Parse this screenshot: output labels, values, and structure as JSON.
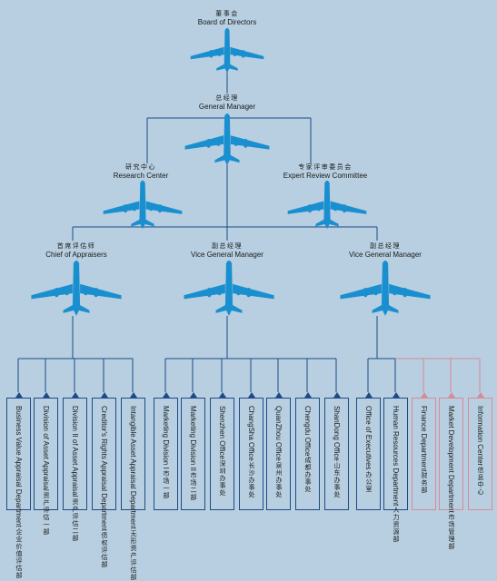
{
  "nodes": {
    "board": {
      "zh": "董事会",
      "en": "Board of Directors"
    },
    "gm": {
      "zh": "总经理",
      "en": "General Manager"
    },
    "research": {
      "zh": "研究中心",
      "en": "Research Center"
    },
    "expert": {
      "zh": "专家评审委员会",
      "en": "Expert Review Committee"
    },
    "appraisers": {
      "zh": "首席评估师",
      "en": "Chief of Appraisers"
    },
    "vgm1": {
      "zh": "副总经理",
      "en": "Vice General Manager"
    },
    "vgm2": {
      "zh": "副总经理",
      "en": "Vice General Manager"
    }
  },
  "departments": [
    {
      "en": "Business Value Appraisal Department",
      "zh": "企业价值评估部"
    },
    {
      "en": "Division of Asset Appraisal",
      "zh": "资产评估一部"
    },
    {
      "en": "Division II of Asset Appraisal",
      "zh": "资产评估二部"
    },
    {
      "en": "Creditor's Rights Appraisal Department",
      "zh": "债权评估部"
    },
    {
      "en": "Intangible Asset Appraisal Department",
      "zh": "无形资产评估部"
    },
    {
      "en": "Marketing Division I",
      "zh": "市场一部"
    },
    {
      "en": "Marketing Division II",
      "zh": "市场二部"
    },
    {
      "en": "Shenzhen Office",
      "zh": "深圳办事处"
    },
    {
      "en": "ChangSha Office",
      "zh": "长沙办事处"
    },
    {
      "en": "QuanZhou Office",
      "zh": "泉州办事处"
    },
    {
      "en": "Chengdu Office",
      "zh": "成都办事处"
    },
    {
      "en": "ShanDong Office",
      "zh": "山东办事处"
    },
    {
      "en": "Office of Executives",
      "zh": "办公室"
    },
    {
      "en": "Human Resources Department",
      "zh": "人力资源部"
    },
    {
      "en": "Finance Department",
      "zh": "财务部"
    },
    {
      "en": "Market Development Department",
      "zh": "市场管理部"
    },
    {
      "en": "Information Center",
      "zh": "信息中心"
    }
  ],
  "colors": {
    "line": "#1e4b86",
    "plane": "#1a8fd0",
    "background": "#b7cfe0",
    "pale_line": "#d98a9a"
  },
  "icon": "airplane-icon"
}
